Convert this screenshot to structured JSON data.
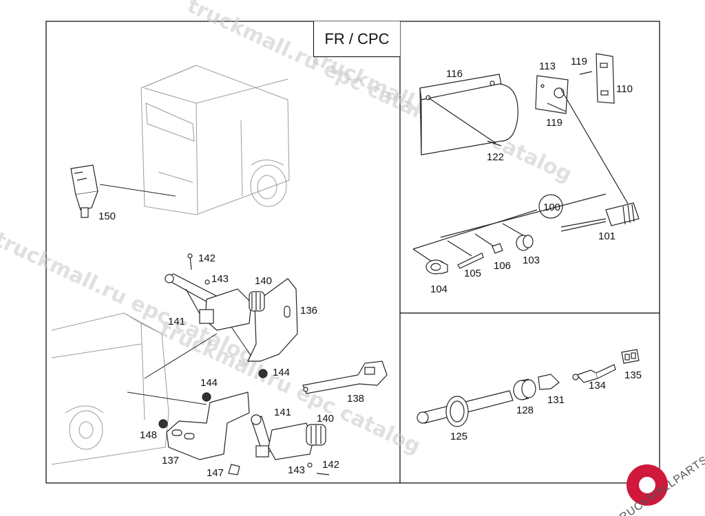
{
  "diagram": {
    "variant_label": "FR / CPC",
    "callouts": {
      "c150": "150",
      "c142a": "142",
      "c143a": "143",
      "c140a": "140",
      "c141a": "141",
      "c136": "136",
      "c144a": "144",
      "c138": "138",
      "c144b": "144",
      "c148": "148",
      "c137": "137",
      "c141b": "141",
      "c140b": "140",
      "c147": "147",
      "c143b": "143",
      "c142b": "142",
      "c116": "116",
      "c113": "113",
      "c119a": "119",
      "c110": "110",
      "c119b": "119",
      "c122": "122",
      "c100": "100",
      "c101": "101",
      "c104": "104",
      "c105": "105",
      "c106": "106",
      "c103": "103",
      "c125": "125",
      "c128": "128",
      "c131": "131",
      "c134": "134",
      "c135": "135"
    }
  },
  "watermark": {
    "text_1": "truckmall.ru epc catalog",
    "text_2": "truckmall.ru epc catalog",
    "text_3": "truckmall.ru epc catalog",
    "text_4": "truckmall.ru epc catalog"
  },
  "logo": {
    "text": "TRUCKMALLPARTS",
    "color_dark": "#555555",
    "color_accent": "#d0183a"
  }
}
